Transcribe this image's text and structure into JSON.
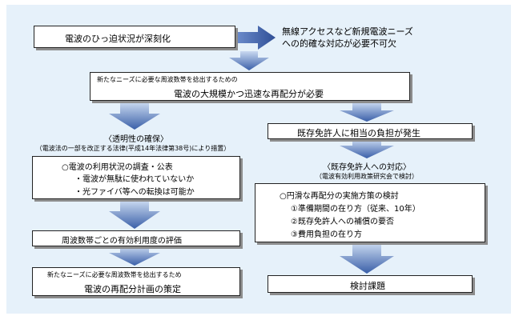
{
  "top_left": {
    "text": "電波のひっ迫状況が深刻化"
  },
  "top_right": {
    "line1": "無線アクセスなど新規電波ニーズ",
    "line2": "への的確な対応が必要不可欠"
  },
  "realloc_box": {
    "small": "新たなニーズに必要な周波数帯を捻出するための",
    "main": "電波の大規模かつ迅速な再配分が必要"
  },
  "transparency": {
    "title": "〈透明性の確保〉",
    "subtitle": "（電波法の一部を改正する法律(平成14年法律第38号)により措置）"
  },
  "survey_box": {
    "line1": "○電波の利用状況の調査・公表",
    "line2": "・電波が無駄に使われていないか",
    "line3": "・光ファイバ等への転換は可能か"
  },
  "evaluation_box": {
    "text": "周波数帯ごとの有効利用度の評価"
  },
  "plan_box": {
    "small": "新たなニーズに必要な周波数帯を捻出するため",
    "main": "電波の再配分計画の策定"
  },
  "burden_box": {
    "text": "既存免許人に相当の負担が発生"
  },
  "response": {
    "title": "〈既存免許人への対応〉",
    "subtitle": "（電波有効利用政策研究会で検討）"
  },
  "measures_box": {
    "title": "○円滑な再配分の実施方策の検討",
    "item1": "①準備期間の在り方（従来、10年）",
    "item2": "②既存免許人への補償の要否",
    "item3": "③費用負担の在り方"
  },
  "issues_box": {
    "text": "検討課題"
  },
  "colors": {
    "panel": "#e6f1fa",
    "arrow_top": "#c9d9f0",
    "arrow_bottom": "#3a5fa8",
    "shadow": "#8c8c8c"
  }
}
